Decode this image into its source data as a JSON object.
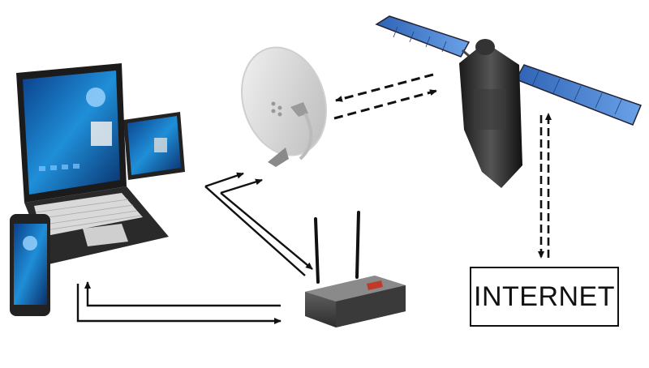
{
  "internet_box": {
    "label": "INTERNET"
  },
  "nodes": [
    {
      "id": "devices",
      "icon": "laptop-tablet-phone-icon"
    },
    {
      "id": "satellite-dish",
      "icon": "satellite-dish-icon"
    },
    {
      "id": "satellite",
      "icon": "satellite-icon"
    },
    {
      "id": "router",
      "icon": "wifi-router-icon"
    },
    {
      "id": "internet",
      "icon": "internet-box"
    }
  ],
  "links": [
    {
      "from": "devices",
      "to": "satellite-dish",
      "style": "solid"
    },
    {
      "from": "satellite-dish",
      "to": "router",
      "style": "solid"
    },
    {
      "from": "router",
      "to": "devices",
      "style": "solid"
    },
    {
      "from": "satellite-dish",
      "to": "satellite",
      "style": "dashed"
    },
    {
      "from": "satellite",
      "to": "internet",
      "style": "dashed"
    }
  ],
  "colors": {
    "arrow": "#111111",
    "screen": "#1d6fc4",
    "panel": "#3f7fd0",
    "router_red": "#c0392b"
  }
}
